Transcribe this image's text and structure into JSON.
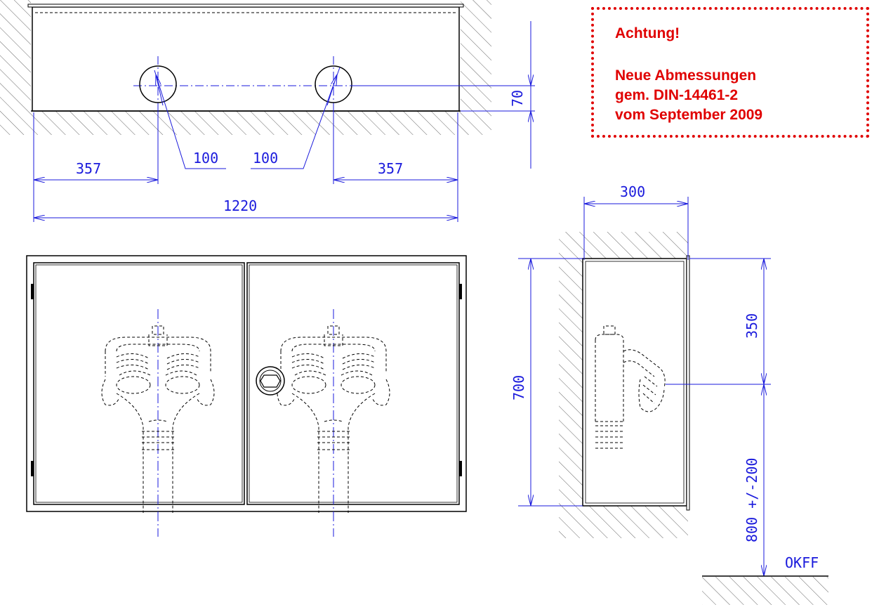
{
  "notice": {
    "heading": "Achtung!",
    "lines": [
      "Neue Abmessungen",
      "gem. DIN-14461-2",
      "vom September 2009"
    ],
    "color": "#e00000"
  },
  "dimensions": {
    "top_left_offset": "357",
    "top_right_offset": "357",
    "top_total_width": "1220",
    "pipe_left_diameter": "100",
    "pipe_right_diameter": "100",
    "pipe_height": "70",
    "side_depth": "300",
    "side_height": "700",
    "side_upper": "350",
    "side_lower": "800 +/-200",
    "floor_label": "OKFF"
  },
  "colors": {
    "dimension": "#1a1adc",
    "drawing": "#000000",
    "hatch": "#555555"
  }
}
